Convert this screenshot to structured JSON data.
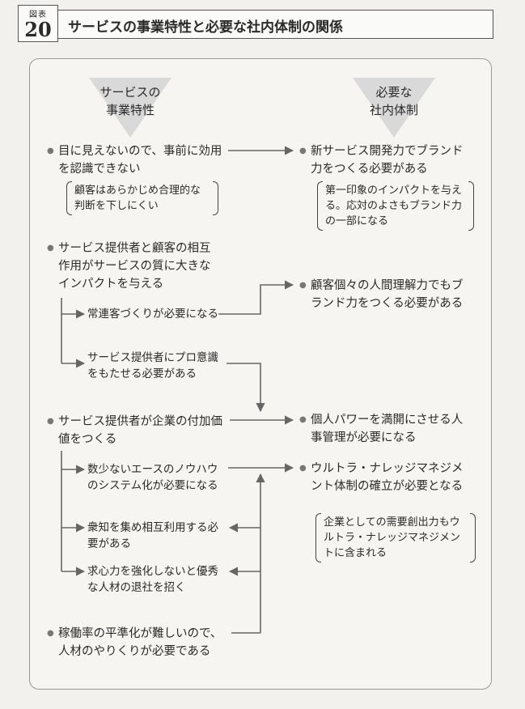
{
  "figure": {
    "label_small": "図表",
    "label_number": "20",
    "title": "サービスの事業特性と必要な社内体制の関係"
  },
  "headers": {
    "left_line1": "サービスの",
    "left_line2": "事業特性",
    "right_line1": "必要な",
    "right_line2": "社内体制"
  },
  "left": {
    "item1": "目に見えないので、事前に効用を認識できない",
    "note1": "顧客はあらかじめ合理的な判断を下しにくい",
    "item2": "サービス提供者と顧客の相互作用がサービスの質に大きなインパクトを与える",
    "sub2a": "常連客づくりが必要になる",
    "sub2b": "サービス提供者にプロ意識をもたせる必要がある",
    "item3": "サービス提供者が企業の付加価値をつくる",
    "sub3a": "数少ないエースのノウハウのシステム化が必要になる",
    "sub3b": "衆知を集め相互利用する必要がある",
    "sub3c": "求心力を強化しないと優秀な人材の退社を招く",
    "item4": "稼働率の平準化が難しいので、人材のやりくりが必要である"
  },
  "right": {
    "item1": "新サービス開発力でブランド力をつくる必要がある",
    "note1": "第一印象のインパクトを与える。応対のよさもブランド力の一部になる",
    "item2": "顧客個々の人間理解力でもブランド力をつくる必要がある",
    "item3": "個人パワーを満開にさせる人事管理が必要になる",
    "item4": "ウルトラ・ナレッジマネジメント体制の確立が必要となる",
    "note4": "企業としての需要創出力もウルトラ・ナレッジマネジメントに含まれる"
  },
  "colors": {
    "triangle": "#d9d9d9",
    "line": "#666666"
  }
}
